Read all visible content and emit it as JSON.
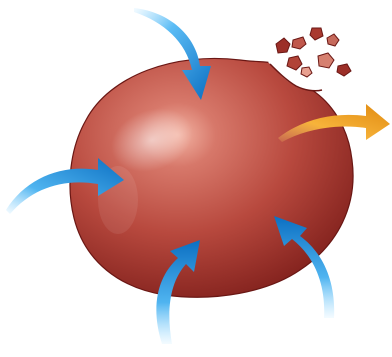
{
  "colors": {
    "background": "#ffffff",
    "cell_light": "#e89480",
    "cell_mid": "#b8493e",
    "cell_dark": "#7f1f1b",
    "cell_outline": "#6a1714",
    "inward_arrow_light": "#8fd6ff",
    "inward_arrow_mid": "#1e9ee8",
    "inward_arrow_dark": "#0b5fae",
    "outward_arrow_light": "#ffd266",
    "outward_arrow_mid": "#f5a623",
    "outward_arrow_dark": "#c97206"
  },
  "diagram": {
    "inward_arrow_count": 4,
    "outward_arrow_count": 1,
    "fragment_count": 8
  }
}
